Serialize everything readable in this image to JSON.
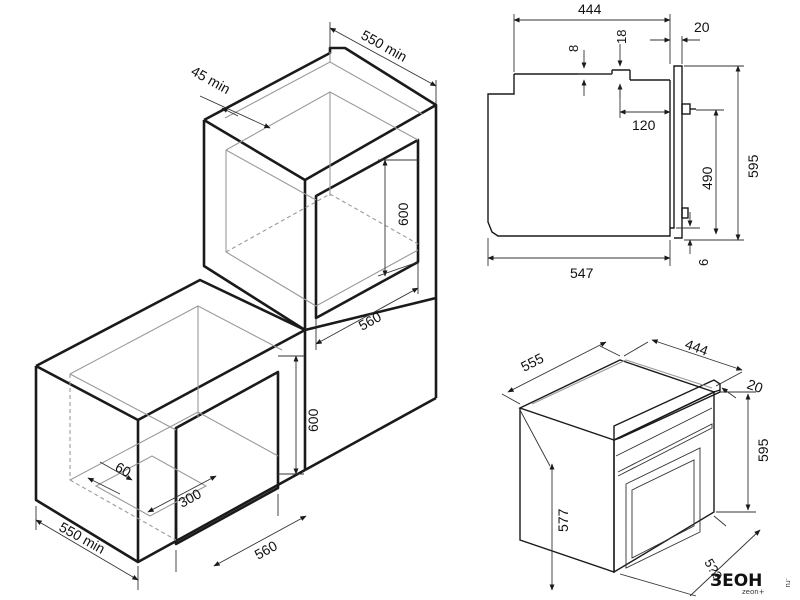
{
  "labels": {
    "upper_depth": "550 min",
    "upper_gap": "45 min",
    "upper_height": "600",
    "upper_width": "560",
    "lower_depth": "550 min",
    "lower_height": "600",
    "lower_width": "560",
    "lower_vent_depth": "60",
    "lower_vent_width": "300",
    "side_top_width": "444",
    "side_panel": "20",
    "side_small_8": "8",
    "side_small_18": "18",
    "side_120": "120",
    "side_490": "490",
    "side_595": "595",
    "side_6": "6",
    "side_547": "547",
    "iso_555": "555",
    "iso_444": "444",
    "iso_20": "20",
    "iso_595": "595",
    "iso_577": "577",
    "iso_bottom": "5??"
  },
  "logo": {
    "text": "ЗEOH",
    "sub": "zeon+",
    "side": ".ru"
  }
}
